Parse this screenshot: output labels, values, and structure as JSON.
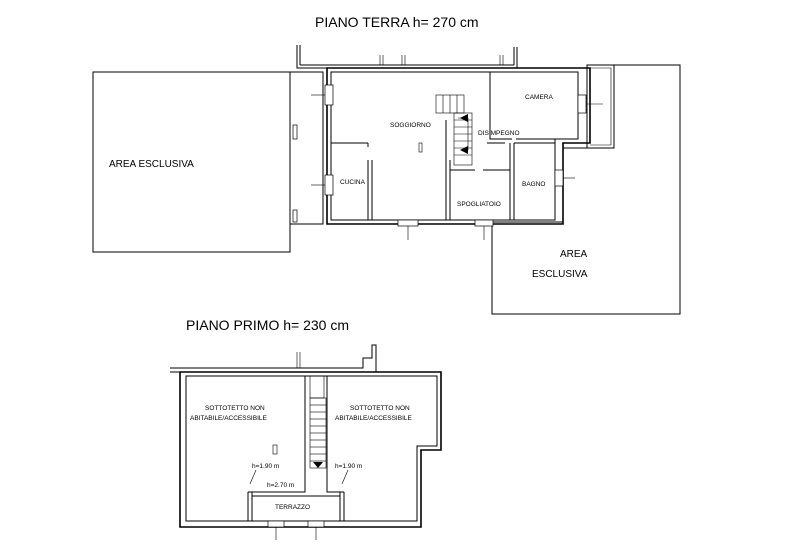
{
  "ground_floor": {
    "title": "PIANO TERRA h= 270 cm",
    "area_left": "AREA ESCLUSIVA",
    "area_right_line1": "AREA",
    "area_right_line2": "ESCLUSIVA",
    "rooms": {
      "soggiorno": "SOGGIORNO",
      "camera": "CAMERA",
      "disimpegno": "DISIMPEGNO",
      "cucina": "CUCINA",
      "bagno": "BAGNO",
      "spogliatoio": "SPOGLIATOIO"
    }
  },
  "first_floor": {
    "title": "PIANO PRIMO h= 230 cm",
    "left_room_line1": "SOTTOTETTO NON",
    "left_room_line2": "ABITABILE/ACCESSIBILE",
    "right_room_line1": "SOTTOTETTO NON",
    "right_room_line2": "ABITABILE/ACCESSIBILE",
    "h_left": "h=1.90 m",
    "h_right": "h=1.90 m",
    "h_center": "h=2.70 m",
    "terrazzo": "TERRAZZO"
  }
}
